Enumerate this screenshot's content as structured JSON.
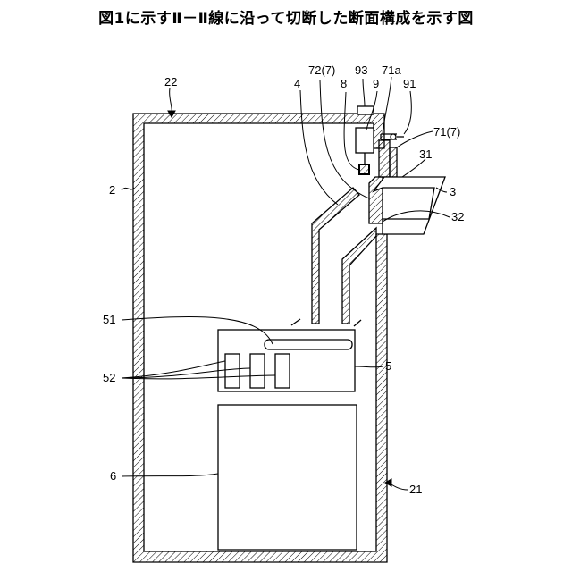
{
  "title": "図1に示すⅡ－Ⅱ線に沿って切断した断面構成を示す図",
  "labels": {
    "housing_top": "22",
    "housing": "2",
    "housing_right": "21",
    "chute": "4",
    "part_72_7": "72(7)",
    "part_8": "8",
    "part_93": "93",
    "part_9": "9",
    "part_71a": "71a",
    "part_91": "91",
    "part_71_7": "71(7)",
    "part_31": "31",
    "part_3": "3",
    "part_32": "32",
    "part_51": "51",
    "part_52": "52",
    "part_5": "5",
    "part_6": "6"
  }
}
